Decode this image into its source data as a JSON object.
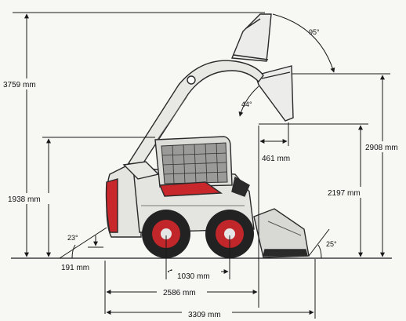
{
  "labels": {
    "height_max": "3759 mm",
    "height_machine": "1938 mm",
    "ground_clearance": "191 mm",
    "wheelbase": "1030 mm",
    "length_no_bucket": "2586 mm",
    "length_total": "3309 mm",
    "dump_reach": "461 mm",
    "dump_height": "2197 mm",
    "hinge_pin_height": "2908 mm",
    "angle_rollback_top": "95°",
    "angle_dump": "44°",
    "angle_departure": "23°",
    "angle_bucket_ground": "25°"
  },
  "colors": {
    "body": "#e4e4e0",
    "outline": "#2a2a2a",
    "accent": "#c8282c",
    "tire": "#222222",
    "wheel": "#c0262a",
    "dim_line": "#1a1a1a"
  }
}
